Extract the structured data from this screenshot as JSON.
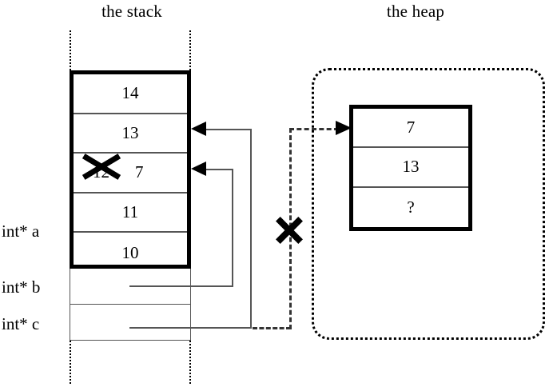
{
  "titles": {
    "stack": "the stack",
    "heap": "the heap"
  },
  "stack": {
    "frame_cells": [
      {
        "value": "14"
      },
      {
        "value": "13"
      },
      {
        "value": "12",
        "replacement": "7",
        "crossed_out": true
      },
      {
        "value": "11"
      },
      {
        "value": "10"
      }
    ],
    "variables": [
      {
        "label": "int* a"
      },
      {
        "label": "int* b"
      },
      {
        "label": "int* c"
      }
    ]
  },
  "heap": {
    "cells": [
      {
        "value": "7"
      },
      {
        "value": "13"
      },
      {
        "value": "?"
      }
    ]
  },
  "annotations": {
    "invalid_pointer_mark": "X",
    "crossed_value_mark": "X"
  },
  "colors": {
    "ink": "#000000",
    "rule": "#555555",
    "background": "#ffffff"
  }
}
